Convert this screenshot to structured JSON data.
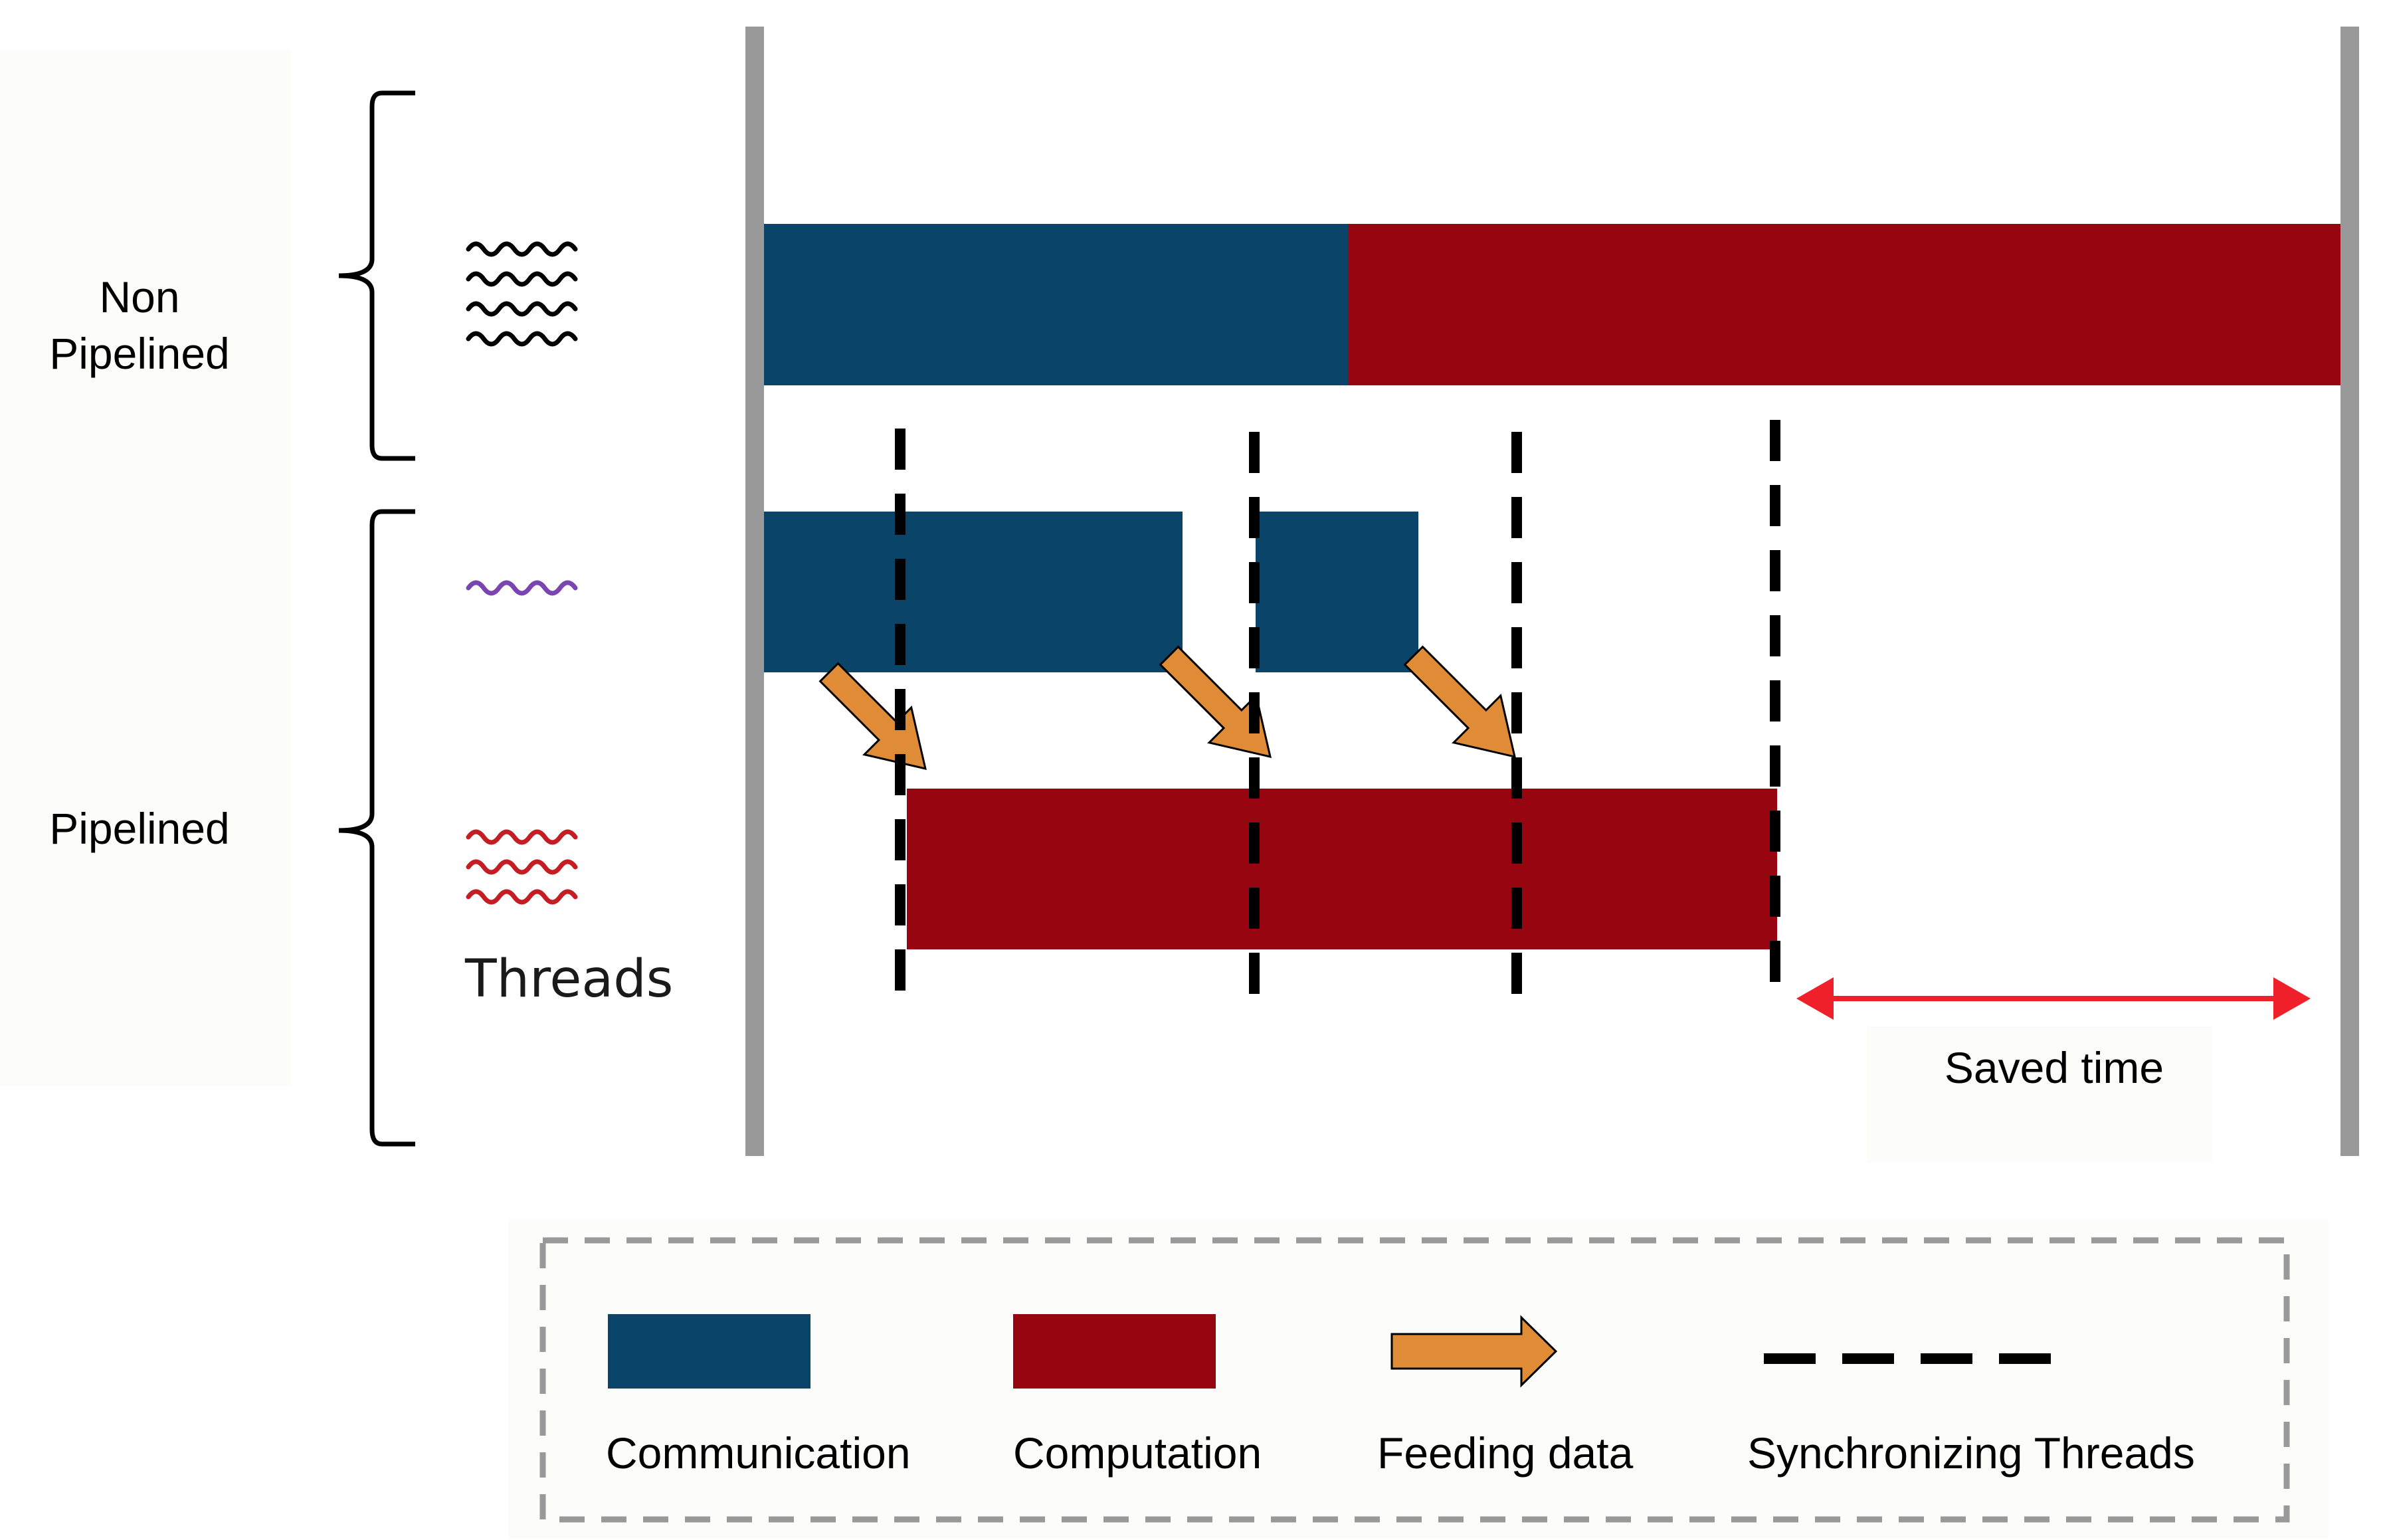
{
  "labels": {
    "non_pipelined_line1": "Non",
    "non_pipelined_line2": "Pipelined",
    "pipelined": "Pipelined",
    "threads": "Threads",
    "saved_time": "Saved time"
  },
  "legend": {
    "communication": "Communication",
    "computation": "Computation",
    "feeding_data": "Feeding data",
    "synchronizing_threads": "Synchronizing Threads"
  },
  "colors": {
    "communication": "#0a4468",
    "computation": "#960510",
    "feeding_arrow": "#e08b36",
    "thread_black": "#000000",
    "thread_purple": "#7a45b0",
    "thread_red": "#c41d24",
    "saved_time_arrow": "#f0202a",
    "timeline": "#999999",
    "legend_border": "#999999",
    "label_panel": "#fcfcfa"
  },
  "icons": {
    "non_pipelined_threads": "wavy-lines-icon",
    "communication_thread": "wavy-line-icon",
    "computation_threads": "wavy-lines-icon",
    "group_brace": "curly-brace-icon"
  }
}
